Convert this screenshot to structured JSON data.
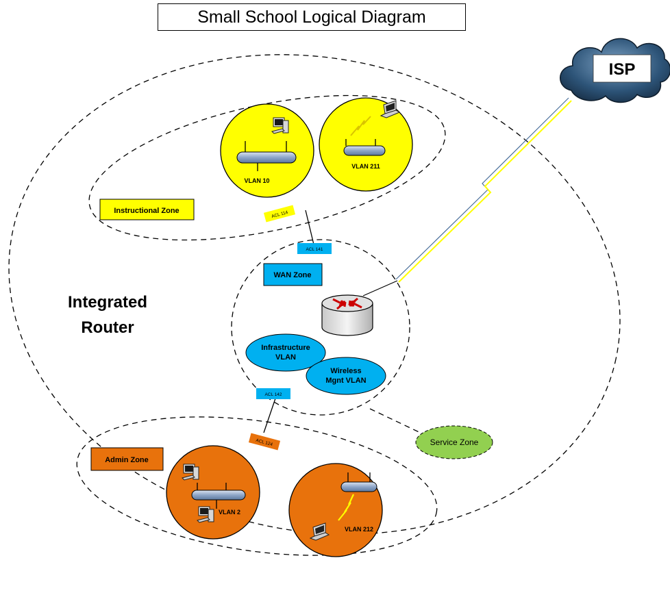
{
  "title": "Small School Logical Diagram",
  "isp": {
    "label": "ISP"
  },
  "router_zone": {
    "line1": "Integrated",
    "line2": "Router"
  },
  "zones": {
    "instructional": "Instructional Zone",
    "wan": "WAN Zone",
    "admin": "Admin Zone",
    "service": "Service Zone"
  },
  "vlans": {
    "v10": "VLAN 10",
    "v211": "VLAN 211",
    "v2": "VLAN 2",
    "v212": "VLAN 212",
    "infra_line1": "Infrastructure",
    "infra_line2": "VLAN",
    "wireless_line1": "Wireless",
    "wireless_line2": "Mgnt VLAN"
  },
  "acls": {
    "acl114": "ACL 114",
    "acl141": "ACL 141",
    "acl142": "ACL 142",
    "acl124": "ACL 124"
  },
  "colors": {
    "yellow": "#ffff00",
    "orange": "#e8720c",
    "blue": "#00b0f0",
    "service_green": "#92d050",
    "isp_cloud": "#1f3a57"
  }
}
